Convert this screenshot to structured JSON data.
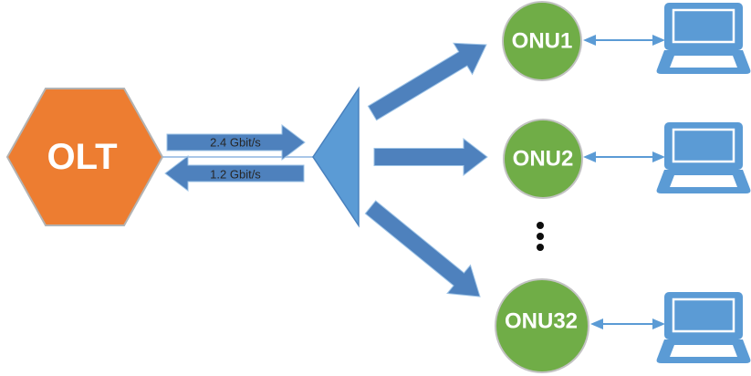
{
  "colors": {
    "olt_orange": "#ED7D31",
    "arrow_blue": "#4E81BD",
    "splitter_blue": "#5B9BD5",
    "onu_green": "#70AD47",
    "laptop_blue": "#5B9BD5",
    "link_blue": "#5B9BD5",
    "fiber_blue": "#A9C7E8",
    "label_dark": "#262626",
    "dots_black": "#0D0D0D"
  },
  "nodes": {
    "olt": {
      "label": "OLT"
    },
    "splitter": {
      "icon": "splitter-triangle-icon"
    },
    "onus": [
      {
        "label": "ONU1"
      },
      {
        "label": "ONU2"
      },
      {
        "label": "ONU32"
      }
    ],
    "ellipsis_dot_count": 3,
    "terminal_icon": "laptop-icon"
  },
  "links": {
    "downstream": {
      "label": "2.4 Gbit/s",
      "direction": "right"
    },
    "upstream": {
      "label": "1.2 Gbit/s",
      "direction": "left"
    }
  }
}
